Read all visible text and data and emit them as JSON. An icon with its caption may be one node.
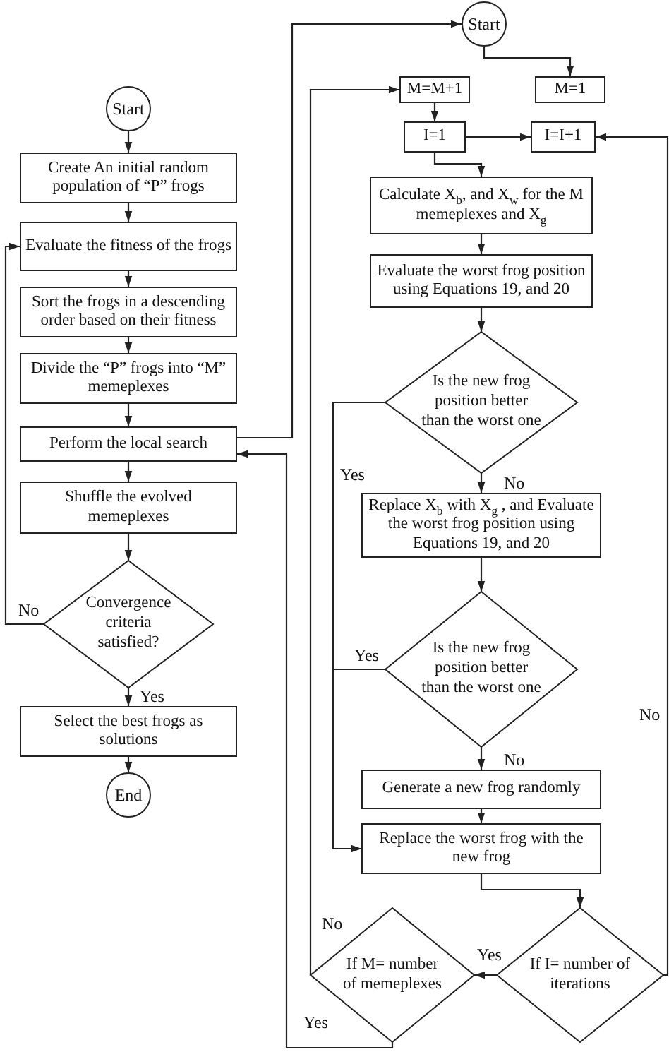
{
  "diagram": {
    "nodes": [
      {
        "text": [
          "Start"
        ]
      },
      {
        "text": [
          "Create An initial random population of “P” frogs"
        ]
      },
      {
        "text": [
          "Evaluate the fitness of the frogs"
        ]
      },
      {
        "text": [
          "Sort the frogs in a descending order based on their fitness"
        ]
      },
      {
        "text": [
          "Divide the “P” frogs into “M” memeplexes"
        ]
      },
      {
        "text": [
          "Perform the local search"
        ]
      },
      {
        "text": [
          "Shuffle the evolved memeplexes"
        ]
      },
      {
        "text": [
          "Convergence criteria satisfied?"
        ]
      },
      {
        "text": [
          "Select the best frogs as solutions"
        ]
      },
      {
        "text": [
          "End"
        ]
      },
      {
        "text": [
          "Start"
        ]
      },
      {
        "text": [
          "M=M+1"
        ]
      },
      {
        "text": [
          "M=1"
        ]
      },
      {
        "text": [
          "I=1"
        ]
      },
      {
        "text": [
          "I=I+1"
        ]
      },
      {
        "text": [
          "Calculate X$_{b}$, and X$_{w}$ for the M memeplexes and X$_{g}$"
        ]
      },
      {
        "text": [
          "Evaluate the worst frog position using Equations 19, and 20"
        ]
      },
      {
        "text": [
          "Is the new frog position better than the worst one"
        ]
      },
      {
        "text": [
          "Replace X$_{b}$ with X$_{g}$ , and Evaluate the worst frog position using Equations 19, and 20"
        ]
      },
      {
        "text": [
          "Is the new frog position better than the worst one"
        ]
      },
      {
        "text": [
          "Generate a new frog randomly"
        ]
      },
      {
        "text": [
          "Replace the worst frog with the new frog"
        ]
      },
      {
        "text": [
          "If I= number of iterations"
        ]
      },
      {
        "text": [
          "If M= number of memeplexes"
        ]
      }
    ],
    "edges": [
      {
        "from": 0,
        "to": 1,
        "arrow": "to"
      },
      {
        "from": 1,
        "to": 2,
        "arrow": "to"
      },
      {
        "from": 2,
        "to": 3,
        "arrow": "to"
      },
      {
        "from": 3,
        "to": 4,
        "arrow": "to"
      },
      {
        "from": 4,
        "to": 5,
        "arrow": "to"
      },
      {
        "from": 5,
        "to": 6,
        "arrow": "to"
      },
      {
        "from": 6,
        "to": 7,
        "arrow": "to"
      },
      {
        "from": 7,
        "to": 8,
        "arrow": "to",
        "label": "Yes"
      },
      {
        "from": 7,
        "to": 2,
        "arrow": "to",
        "label": "No"
      },
      {
        "from": 8,
        "to": 9,
        "arrow": "to"
      },
      {
        "from": 5,
        "to": 10,
        "arrow": "to"
      },
      {
        "from": 10,
        "to": 12,
        "arrow": "to"
      },
      {
        "from": 11,
        "to": 13,
        "arrow": "to"
      },
      {
        "from": 13,
        "to": 14,
        "arrow": "to"
      },
      {
        "from": 13,
        "to": 15,
        "arrow": "to"
      },
      {
        "from": 15,
        "to": 16,
        "arrow": "to"
      },
      {
        "from": 16,
        "to": 17,
        "arrow": "to"
      },
      {
        "from": 17,
        "to": 18,
        "arrow": "to",
        "label": "No"
      },
      {
        "from": 17,
        "to": 21,
        "arrow": "to",
        "label": "Yes"
      },
      {
        "from": 18,
        "to": 19,
        "arrow": "to"
      },
      {
        "from": 19,
        "to": 20,
        "arrow": "to",
        "label": "No"
      },
      {
        "from": 19,
        "to": 21,
        "arrow": "to",
        "label": "Yes"
      },
      {
        "from": 20,
        "to": 21,
        "arrow": "to"
      },
      {
        "from": 21,
        "to": 22,
        "arrow": "to"
      },
      {
        "from": 22,
        "to": 23,
        "arrow": "to",
        "label": "Yes"
      },
      {
        "from": 22,
        "to": 14,
        "arrow": "to",
        "label": "No"
      },
      {
        "from": 23,
        "to": 11,
        "arrow": "to",
        "label": "No"
      },
      {
        "from": 23,
        "to": 5,
        "arrow": "to",
        "label": "Yes"
      }
    ]
  }
}
